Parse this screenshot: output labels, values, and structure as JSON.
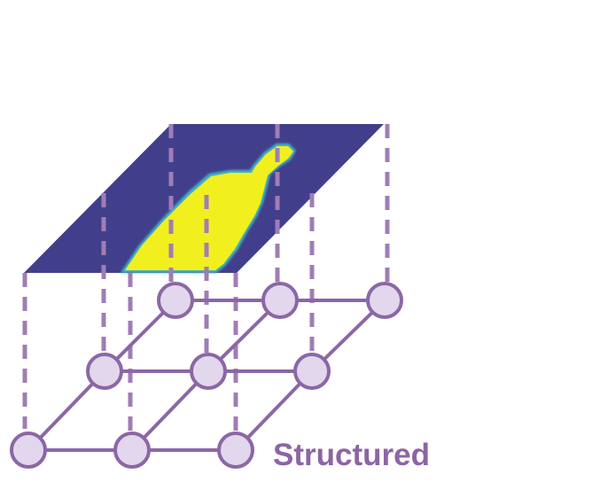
{
  "caption": "Structured",
  "colors": {
    "plane": "#413f8c",
    "blob": "#f2ef1e",
    "blob_edge": "#43b7c5",
    "dash": "#a07db5",
    "grid_line": "#8b67a6",
    "node_fill": "#e2d7ec",
    "node_stroke": "#8b67a6",
    "caption_text": "#8d64a4"
  },
  "grid": {
    "rows": 3,
    "cols": 3,
    "nodes": [
      {
        "row": 0,
        "col": 0
      },
      {
        "row": 0,
        "col": 1
      },
      {
        "row": 0,
        "col": 2
      },
      {
        "row": 1,
        "col": 0
      },
      {
        "row": 1,
        "col": 1
      },
      {
        "row": 1,
        "col": 2
      },
      {
        "row": 2,
        "col": 0
      },
      {
        "row": 2,
        "col": 1
      },
      {
        "row": 2,
        "col": 2
      }
    ]
  }
}
